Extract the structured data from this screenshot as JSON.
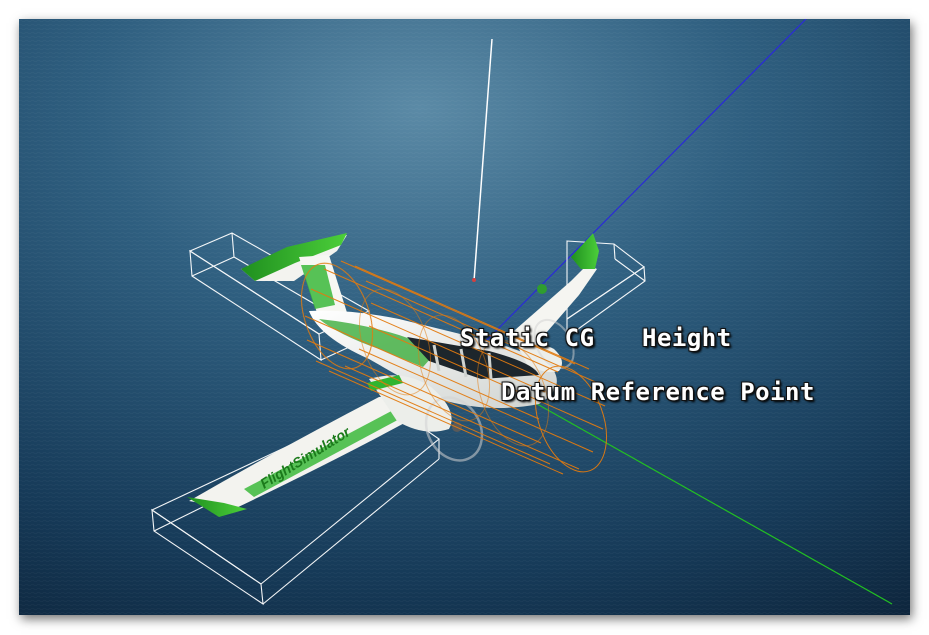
{
  "scene": {
    "labels": {
      "static_cg": "Static CG",
      "height": "Height",
      "datum_reference_point": "Datum Reference Point"
    },
    "aircraft": {
      "wing_livery_text": "FlightSimulator"
    },
    "colors": {
      "water_dark": "#0f2a42",
      "water_light": "#4a7590",
      "axis_x": "#1db51d",
      "axis_y": "#ffffff",
      "axis_z": "#2626d8",
      "cylinder_wire": "#e07a12",
      "box_wire": "#ffffff",
      "livery_green": "#2fb52f",
      "fuselage_white": "#f2f2f0"
    }
  }
}
